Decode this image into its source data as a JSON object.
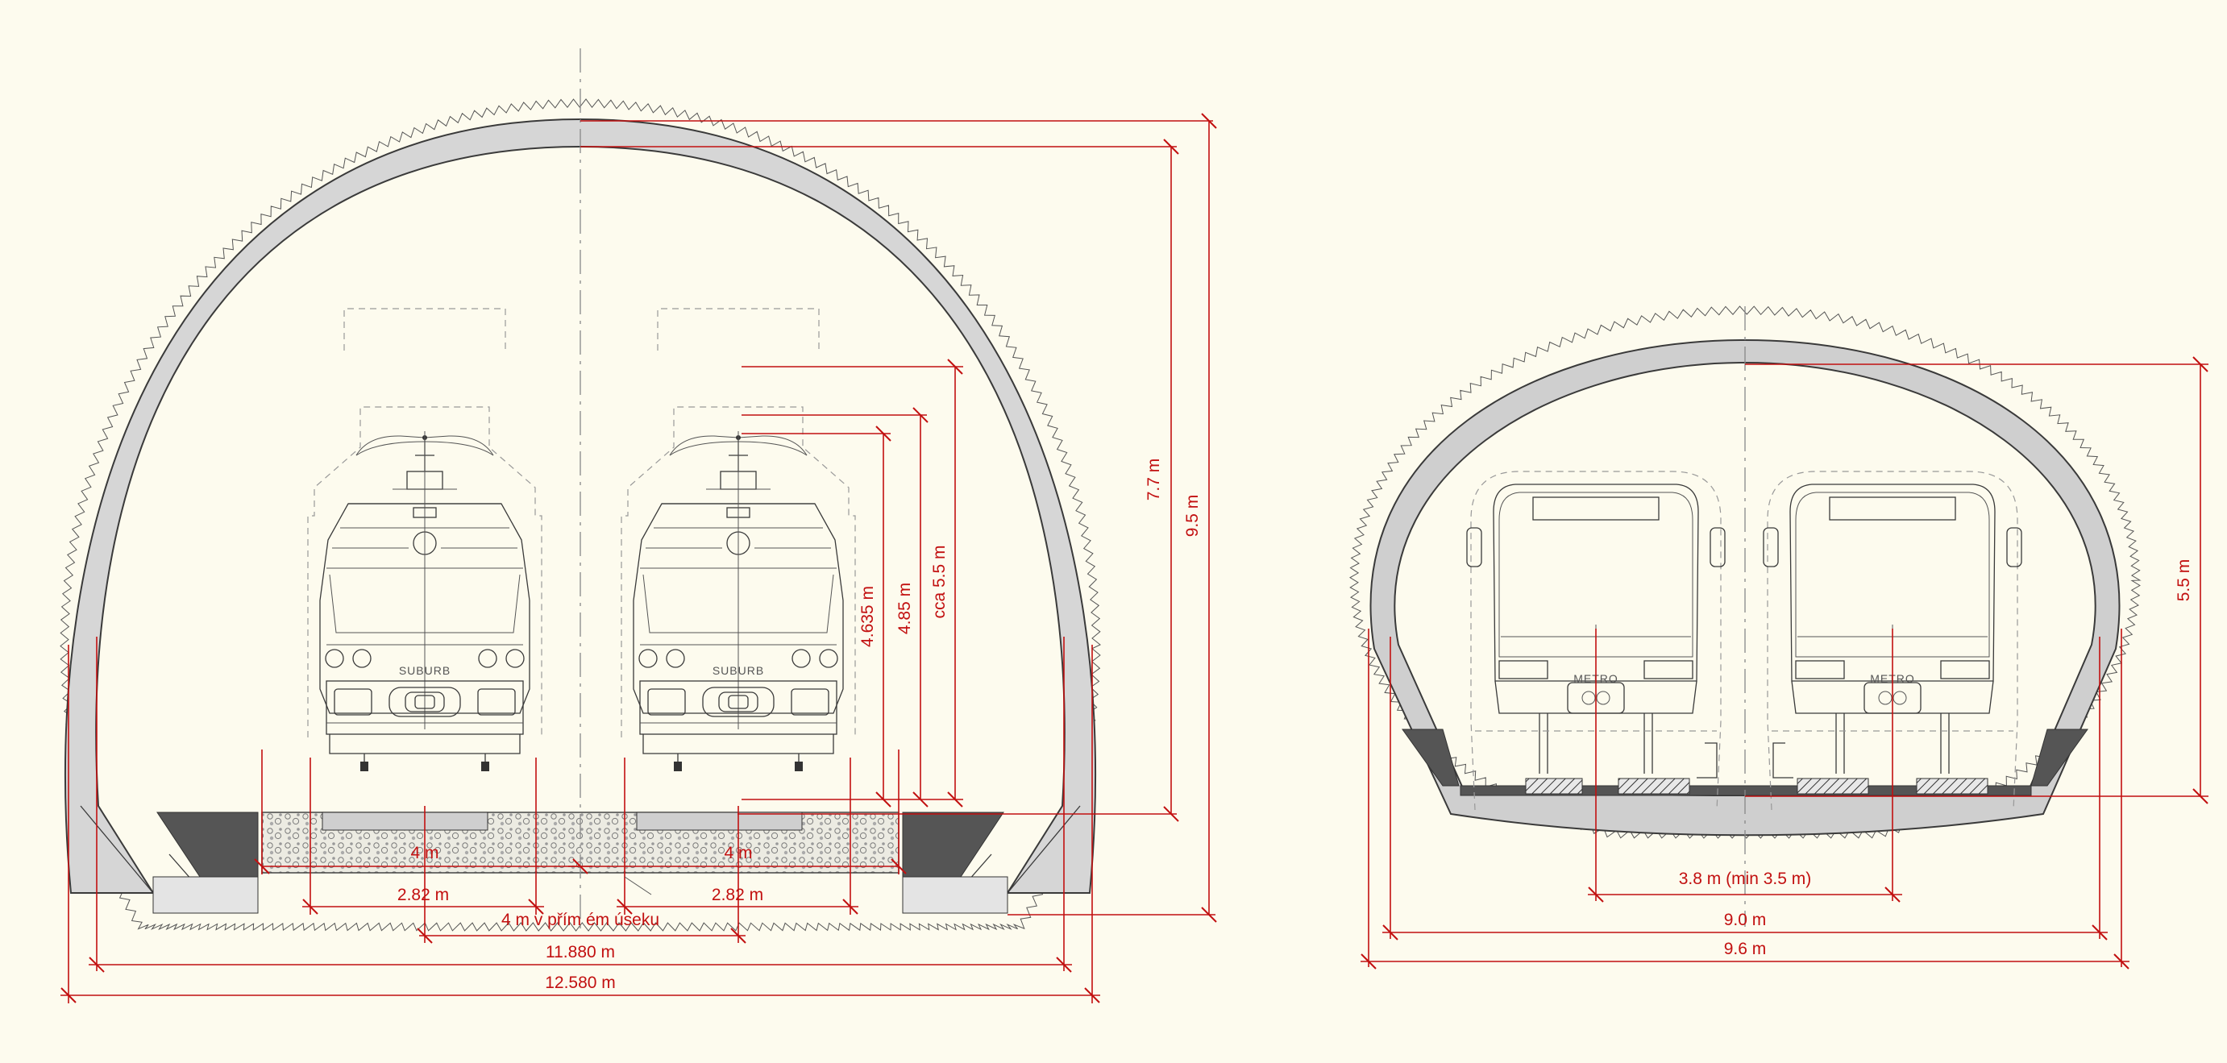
{
  "left_section": {
    "vehicle_labels": [
      "SUBURB",
      "SUBURB"
    ],
    "dimensions": {
      "height_inner": "7.7 m",
      "height_outer": "9.5 m",
      "clearance_height": "cca 5.5 m",
      "contact_wire_height": "4.85 m",
      "pantograph_height": "4.635 m",
      "track_spacing_left": "4 m",
      "track_spacing_right": "4 m",
      "track_spacing_note": "4 m v přím ém úseku",
      "platform_width_left": "2.82 m",
      "platform_width_right": "2.82 m",
      "inner_width": "11.880 m",
      "outer_width": "12.580 m"
    }
  },
  "right_section": {
    "vehicle_labels": [
      "METRO",
      "METRO"
    ],
    "dimensions": {
      "height": "5.5 m",
      "track_spacing": "3.8 m (min 3.5 m)",
      "inner_width": "9.0 m",
      "outer_width": "9.6 m"
    }
  },
  "colors": {
    "background": "#fdfbee",
    "dimension_lines": "#c21010",
    "tunnel_lining": "#d6d6d6",
    "walkway_blocks": "#555555",
    "ballast": "#e2e0d4"
  }
}
